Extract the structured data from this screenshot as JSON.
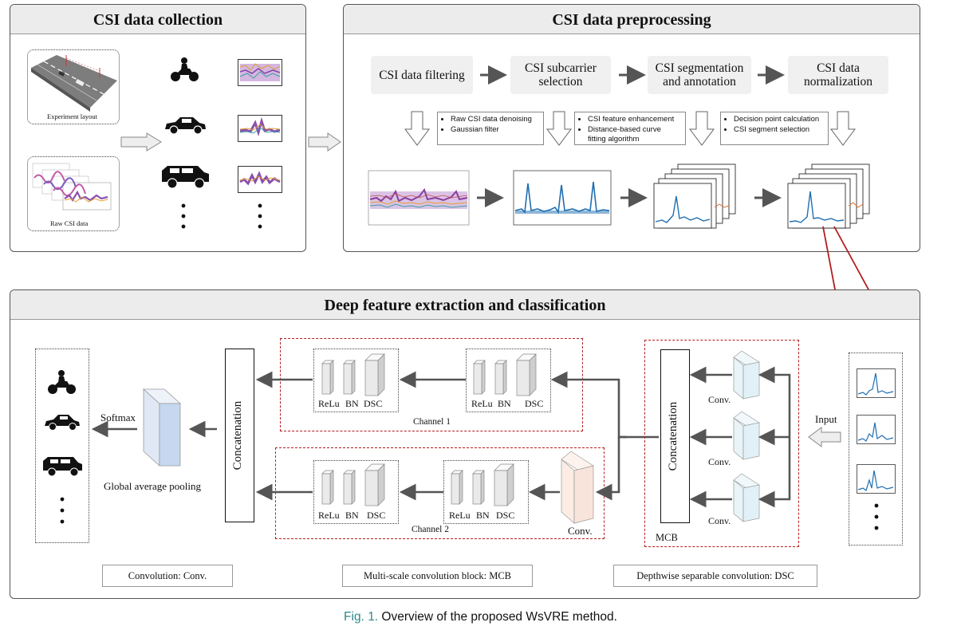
{
  "collection": {
    "title": "CSI data collection",
    "experiment_label": "Experiment layout",
    "raw_label": "Raw CSI data"
  },
  "preprocessing": {
    "title": "CSI data preprocessing",
    "steps": [
      {
        "label": "CSI data filtering"
      },
      {
        "label": "CSI subcarrier selection"
      },
      {
        "label": "CSI segmentation and annotation"
      },
      {
        "label": "CSI data normalization"
      }
    ],
    "notes": [
      [
        "Raw CSI data denoising",
        "Gaussian filter"
      ],
      [
        "CSI feature enhancement",
        "Distance-based curve fitting algorithm"
      ],
      [
        "Decision point calculation",
        "CSI segment selection"
      ]
    ]
  },
  "extraction": {
    "title": "Deep feature extraction and classification",
    "softmax": "Softmax",
    "gap": "Global average pooling",
    "concatenation": "Concatenation",
    "channel1": "Channel 1",
    "channel2": "Channel 2",
    "relu": "ReLu",
    "bn": "BN",
    "dsc": "DSC",
    "conv": "Conv.",
    "mcb": "MCB",
    "input": "Input",
    "legend": [
      "Convolution: Conv.",
      "Multi-scale convolution block: MCB",
      "Depthwise separable convolution: DSC"
    ]
  },
  "caption": {
    "fig": "Fig. 1.",
    "text": " Overview of the proposed WsVRE method."
  },
  "colors": {
    "accent_red": "#b41e1e",
    "signal_blue": "#1f6fb0",
    "gap_blue": "#c5d8ef",
    "conv_pink": "#f9e4dc",
    "conv_cyan": "#e2f1f7"
  }
}
